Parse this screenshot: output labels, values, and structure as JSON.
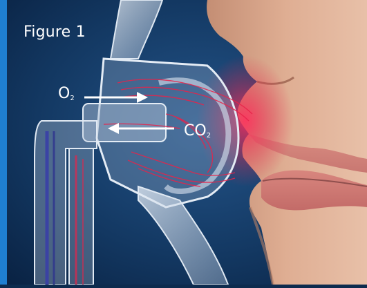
{
  "figure": {
    "title": "Figure 1"
  },
  "labels": {
    "o2": {
      "element": "O",
      "subscript": "2"
    },
    "co2": {
      "element": "CO",
      "subscript": "2"
    }
  },
  "colors": {
    "background": "#0d2b4e",
    "accent_bar": "#1f7fd1",
    "airflow": "#e8234a",
    "skin": "#d9a68a",
    "mask": "#c8d6e6",
    "tubing_core": "#3a3fa8",
    "arrow": "#ffffff"
  },
  "illustration": {
    "subject": "oxygen-mask-on-face",
    "icons": [
      "face-profile",
      "oxygen-mask",
      "oxygen-tubing",
      "airflow-streamlines",
      "o2-inflow-arrow",
      "co2-outflow-arrow"
    ]
  }
}
